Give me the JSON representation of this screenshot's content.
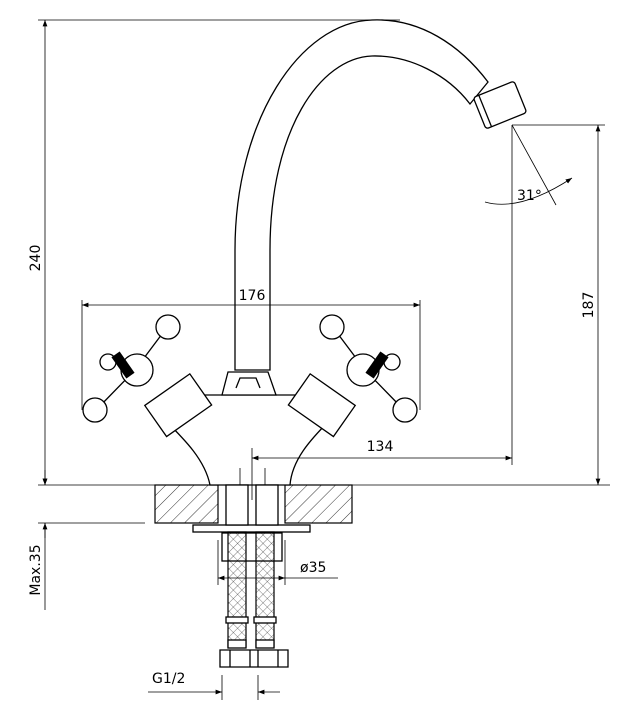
{
  "drawing": {
    "title": "Faucet dimensional drawing",
    "dimensions": {
      "total_height": "240",
      "handle_span": "176",
      "spout_height": "187",
      "spout_reach": "134",
      "spout_angle": "31°",
      "deck_thickness": "Max.35",
      "hole_diameter": "ø35",
      "connection": "G1/2"
    },
    "colors": {
      "line": "#000000",
      "background": "#ffffff"
    }
  }
}
